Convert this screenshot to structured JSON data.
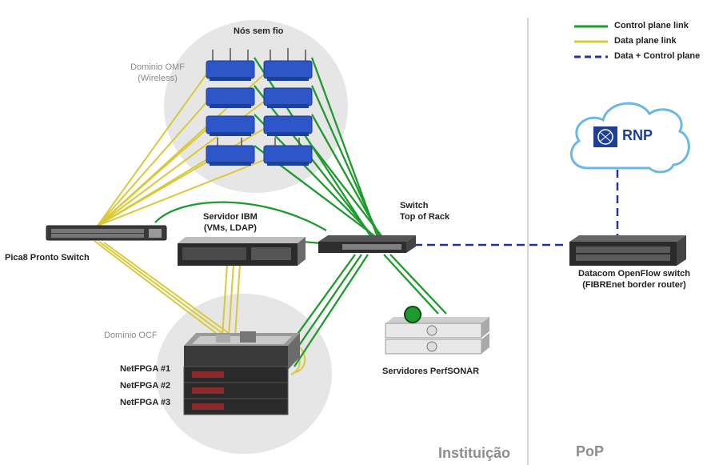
{
  "labels": {
    "wireless_nodes": "Nós sem fio",
    "omf_domain_line1": "Dominio OMF",
    "omf_domain_line2": "(Wireless)",
    "pica8": "Pica8 Pronto Switch",
    "ibm_line1": "Servidor IBM",
    "ibm_line2": "(VMs, LDAP)",
    "tor_line1": "Switch",
    "tor_line2": "Top of Rack",
    "ocf_domain": "Dominio OCF",
    "netfpga1": "NetFPGA #1",
    "netfpga2": "NetFPGA #2",
    "netfpga3": "NetFPGA #3",
    "perfsonar": "Servidores PerfSONAR",
    "datacom_line1": "Datacom OpenFlow switch",
    "datacom_line2": "(FIBREnet  border router)",
    "rnp": "RNP",
    "instituicao": "Instituição",
    "pop": "PoP"
  },
  "legend": {
    "control": "Control plane link",
    "data": "Data plane link",
    "both": "Data + Control plane"
  },
  "colors": {
    "control": "#1e9a2e",
    "data": "#d8c93a",
    "both": "#23349a",
    "domain_bg": "#e6e6e6",
    "wireless_node": "#2d57c8",
    "divider": "#c8c8c8"
  }
}
